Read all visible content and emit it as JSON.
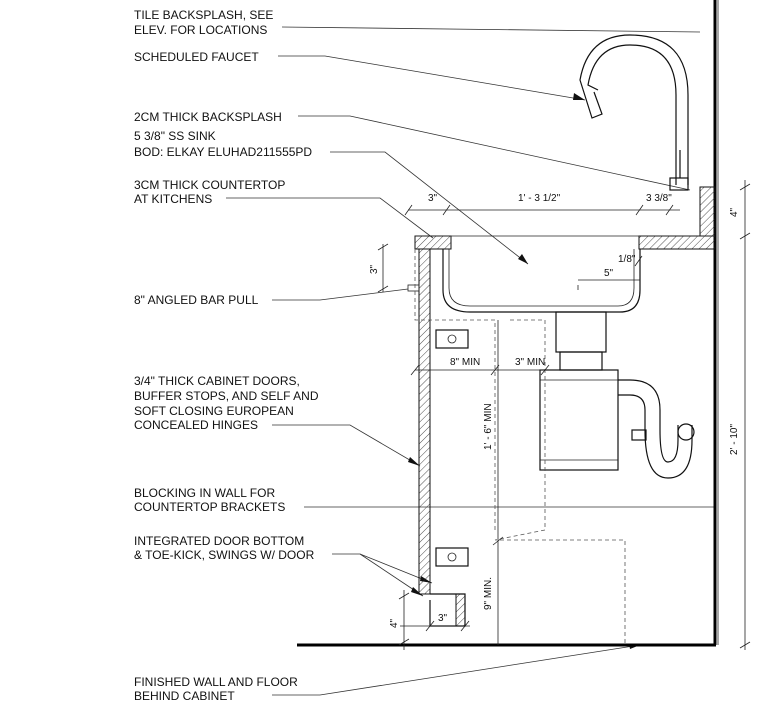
{
  "notes": [
    {
      "lines": [
        "TILE BACKSPLASH, SEE",
        "ELEV. FOR LOCATIONS"
      ]
    },
    {
      "lines": [
        "SCHEDULED FAUCET"
      ]
    },
    {
      "lines": [
        "2CM THICK BACKSPLASH"
      ]
    },
    {
      "lines": [
        "5 3/8\" SS SINK",
        "BOD: ELKAY ELUHAD211555PD"
      ]
    },
    {
      "lines": [
        "3CM THICK COUNTERTOP",
        "AT KITCHENS"
      ]
    },
    {
      "lines": [
        "8\" ANGLED BAR PULL"
      ]
    },
    {
      "lines": [
        "3/4\" THICK CABINET DOORS,",
        "BUFFER STOPS, AND SELF AND",
        "SOFT CLOSING EUROPEAN",
        "CONCEALED HINGES"
      ]
    },
    {
      "lines": [
        "BLOCKING IN WALL FOR",
        "COUNTERTOP BRACKETS"
      ]
    },
    {
      "lines": [
        "INTEGRATED DOOR BOTTOM",
        "& TOE-KICK, SWINGS W/ DOOR"
      ]
    },
    {
      "lines": [
        "FINISHED WALL AND FLOOR",
        "BEHIND CABINET"
      ]
    }
  ],
  "dimensions": {
    "counter_edge": "3\"",
    "sink_width": "1' - 3 1/2\"",
    "backsplash_offset": "3 3/8\"",
    "backsplash_height": "4\"",
    "pull_height": "3\"",
    "sink_gap": "1/8\"",
    "sink_depth": "5\"",
    "clear_8_min": "8\" MIN",
    "clear_3_min": "3\" MIN",
    "knee_height": "1' - 6\" MIN",
    "total_height": "2' - 10\"",
    "toe_kick_depth": "3\"",
    "toe_kick_height": "4\"",
    "toe_clear": "9\" MIN."
  }
}
